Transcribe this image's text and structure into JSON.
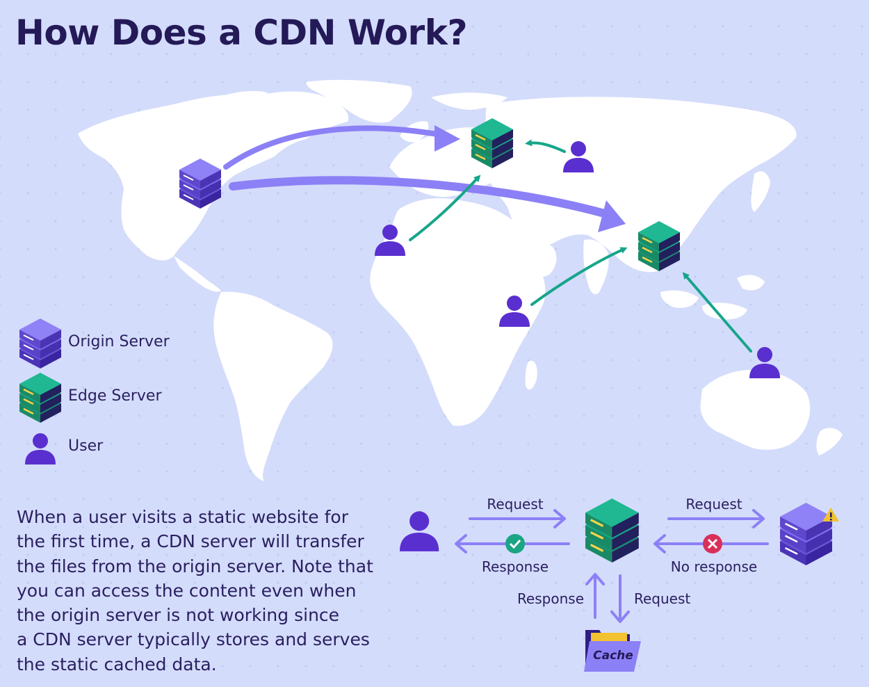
{
  "title": "How Does a CDN Work?",
  "legend": {
    "origin": "Origin Server",
    "edge": "Edge Server",
    "user": "User"
  },
  "description": [
    "When a user visits a static website for",
    "the first time, a CDN server will transfer",
    "the files from the origin server. Note that",
    "you can access the content even when",
    "the origin server is not working since",
    "a CDN server typically stores and serves",
    "the static cached data."
  ],
  "flow": {
    "request_left": "Request",
    "response_left": "Response",
    "request_right": "Request",
    "no_response": "No response",
    "cache_response": "Response",
    "cache_request": "Request",
    "cache_label": "Cache"
  },
  "colors": {
    "background": "#d4dcfb",
    "title": "#241a57",
    "origin_purple": "#7c6cf0",
    "edge_green": "#1aa584",
    "user_purple": "#5a2fd0",
    "map_land": "#ffffff",
    "arrow_purple": "#8c80f6",
    "arrow_green": "#17a58a"
  }
}
